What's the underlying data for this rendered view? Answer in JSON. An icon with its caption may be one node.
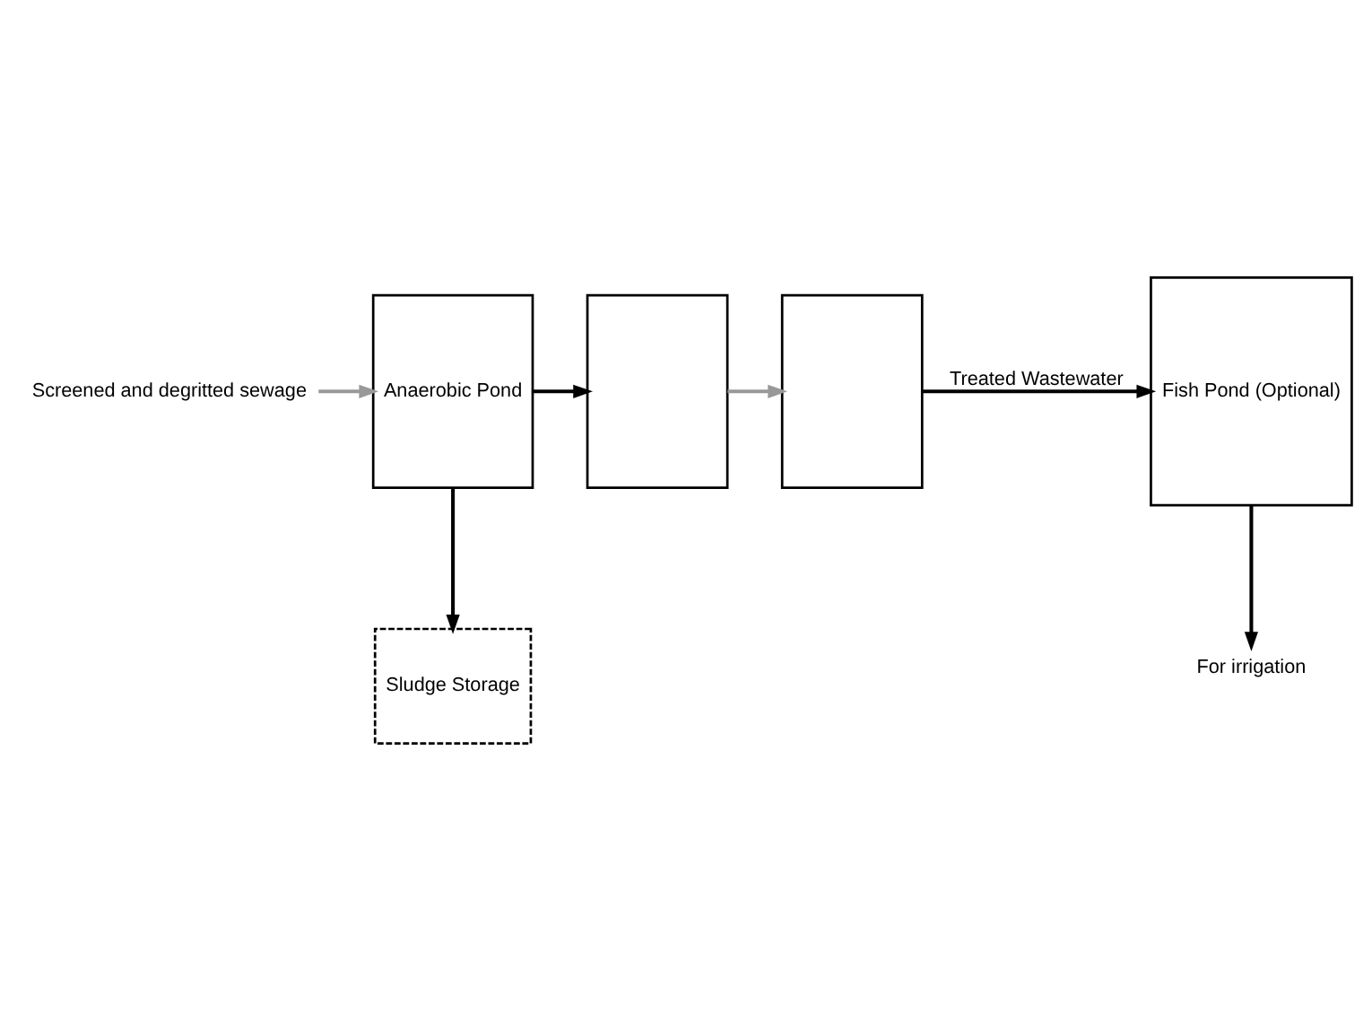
{
  "diagram": {
    "nodes": [
      {
        "text": [
          "Screened and degritted sewage"
        ]
      },
      {
        "text": [
          "Anaerobic Pond"
        ]
      },
      {
        "text": [],
        "shape": "box"
      },
      {
        "text": [],
        "shape": "box"
      },
      {
        "text": [
          "Fish Pond (Optional)"
        ]
      },
      {
        "text": [
          "Sludge Storage"
        ]
      },
      {
        "text": [
          "For irrigation"
        ]
      }
    ],
    "edges": [
      {
        "from": 0,
        "to": 1,
        "arrow": "to",
        "color": "#999999"
      },
      {
        "from": 1,
        "to": 2,
        "arrow": "to"
      },
      {
        "from": 2,
        "to": 3,
        "arrow": "to",
        "color": "#999999"
      },
      {
        "from": 3,
        "to": 4,
        "arrow": "to",
        "label": "Treated Wastewater"
      },
      {
        "from": 1,
        "to": 5,
        "arrow": "to"
      },
      {
        "from": 4,
        "to": 6,
        "arrow": "to"
      }
    ]
  }
}
